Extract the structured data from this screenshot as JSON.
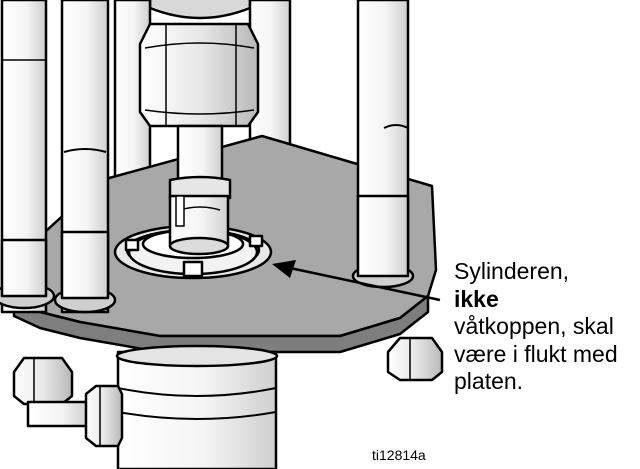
{
  "figure": {
    "callout_lines": [
      "Sylinderen,",
      "ikke",
      "våtkoppen, skal",
      "være i flukt med",
      "platen."
    ],
    "callout_bold_index": 1,
    "figure_id": "ti12814a"
  },
  "colors": {
    "outline": "#000000",
    "plate": "#a8a8a8",
    "plate_dark": "#8a8a8a",
    "metal_light": "#ffffff",
    "metal_shade": "#d0d0d0",
    "metal_dark": "#9a9a9a"
  }
}
